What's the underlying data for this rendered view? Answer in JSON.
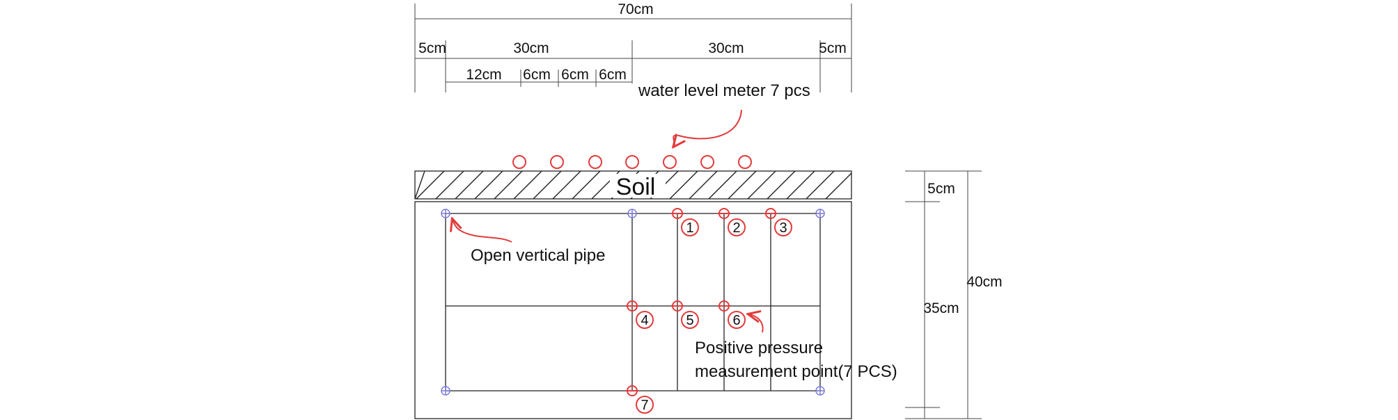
{
  "dimensions": {
    "total_width": "70cm",
    "left_margin": "5cm",
    "left_half": "30cm",
    "right_half": "30cm",
    "right_margin": "5cm",
    "seg_12": "12cm",
    "seg_6a": "6cm",
    "seg_6b": "6cm",
    "seg_6c": "6cm",
    "soil_depth": "5cm",
    "body_depth": "35cm",
    "total_depth": "40cm"
  },
  "labels": {
    "water_level_meter": "water level meter 7 pcs",
    "soil": "Soil",
    "open_vertical_pipe": "Open vertical pipe",
    "pressure_point_line1": "Positive pressure",
    "pressure_point_line2": "measurement point(7 PCS)"
  },
  "measurement_points": [
    "1",
    "2",
    "3",
    "4",
    "5",
    "6",
    "7"
  ],
  "colors": {
    "sensor": "#e23b3b",
    "pipe": "#7b7bd6",
    "line": "#222222"
  }
}
